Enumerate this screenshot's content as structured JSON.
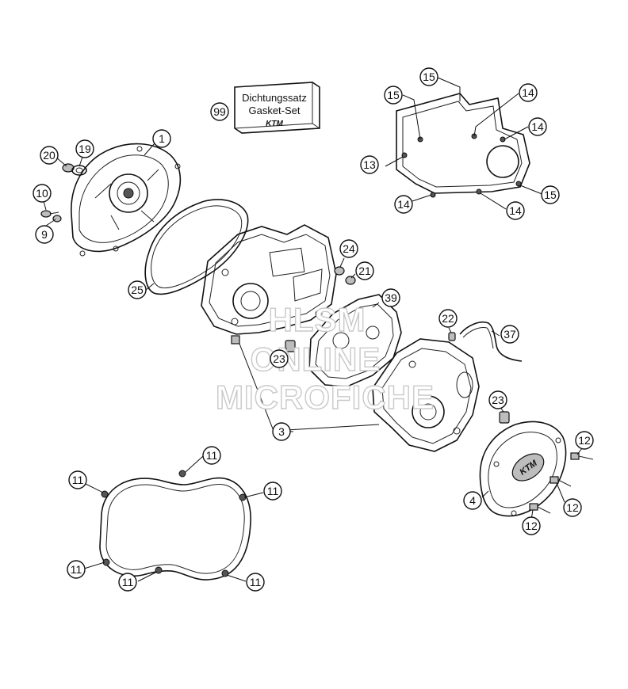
{
  "gasket_box": {
    "line1": "Dichtungssatz",
    "line2": "Gasket-Set",
    "logo": "KTM",
    "number": "99"
  },
  "cover_logo": "KTM",
  "watermark": [
    "HLSM",
    "ONLINE",
    "MICROFICHE"
  ],
  "callouts": [
    {
      "id": "c1",
      "label": "1"
    },
    {
      "id": "c20",
      "label": "20"
    },
    {
      "id": "c19",
      "label": "19"
    },
    {
      "id": "c10",
      "label": "10"
    },
    {
      "id": "c9",
      "label": "9"
    },
    {
      "id": "c25",
      "label": "25"
    },
    {
      "id": "c24",
      "label": "24"
    },
    {
      "id": "c21",
      "label": "21"
    },
    {
      "id": "c39",
      "label": "39"
    },
    {
      "id": "c22",
      "label": "22"
    },
    {
      "id": "c37",
      "label": "37"
    },
    {
      "id": "c23a",
      "label": "23"
    },
    {
      "id": "c23b",
      "label": "23"
    },
    {
      "id": "c3",
      "label": "3"
    },
    {
      "id": "c12a",
      "label": "12"
    },
    {
      "id": "c12b",
      "label": "12"
    },
    {
      "id": "c12c",
      "label": "12"
    },
    {
      "id": "c4",
      "label": "4"
    },
    {
      "id": "c15a",
      "label": "15"
    },
    {
      "id": "c15b",
      "label": "15"
    },
    {
      "id": "c15c",
      "label": "15"
    },
    {
      "id": "c14a",
      "label": "14"
    },
    {
      "id": "c14b",
      "label": "14"
    },
    {
      "id": "c14c",
      "label": "14"
    },
    {
      "id": "c14d",
      "label": "14"
    },
    {
      "id": "c13",
      "label": "13"
    },
    {
      "id": "c11a",
      "label": "11"
    },
    {
      "id": "c11b",
      "label": "11"
    },
    {
      "id": "c11c",
      "label": "11"
    },
    {
      "id": "c11d",
      "label": "11"
    },
    {
      "id": "c11e",
      "label": "11"
    },
    {
      "id": "c11f",
      "label": "11"
    }
  ]
}
